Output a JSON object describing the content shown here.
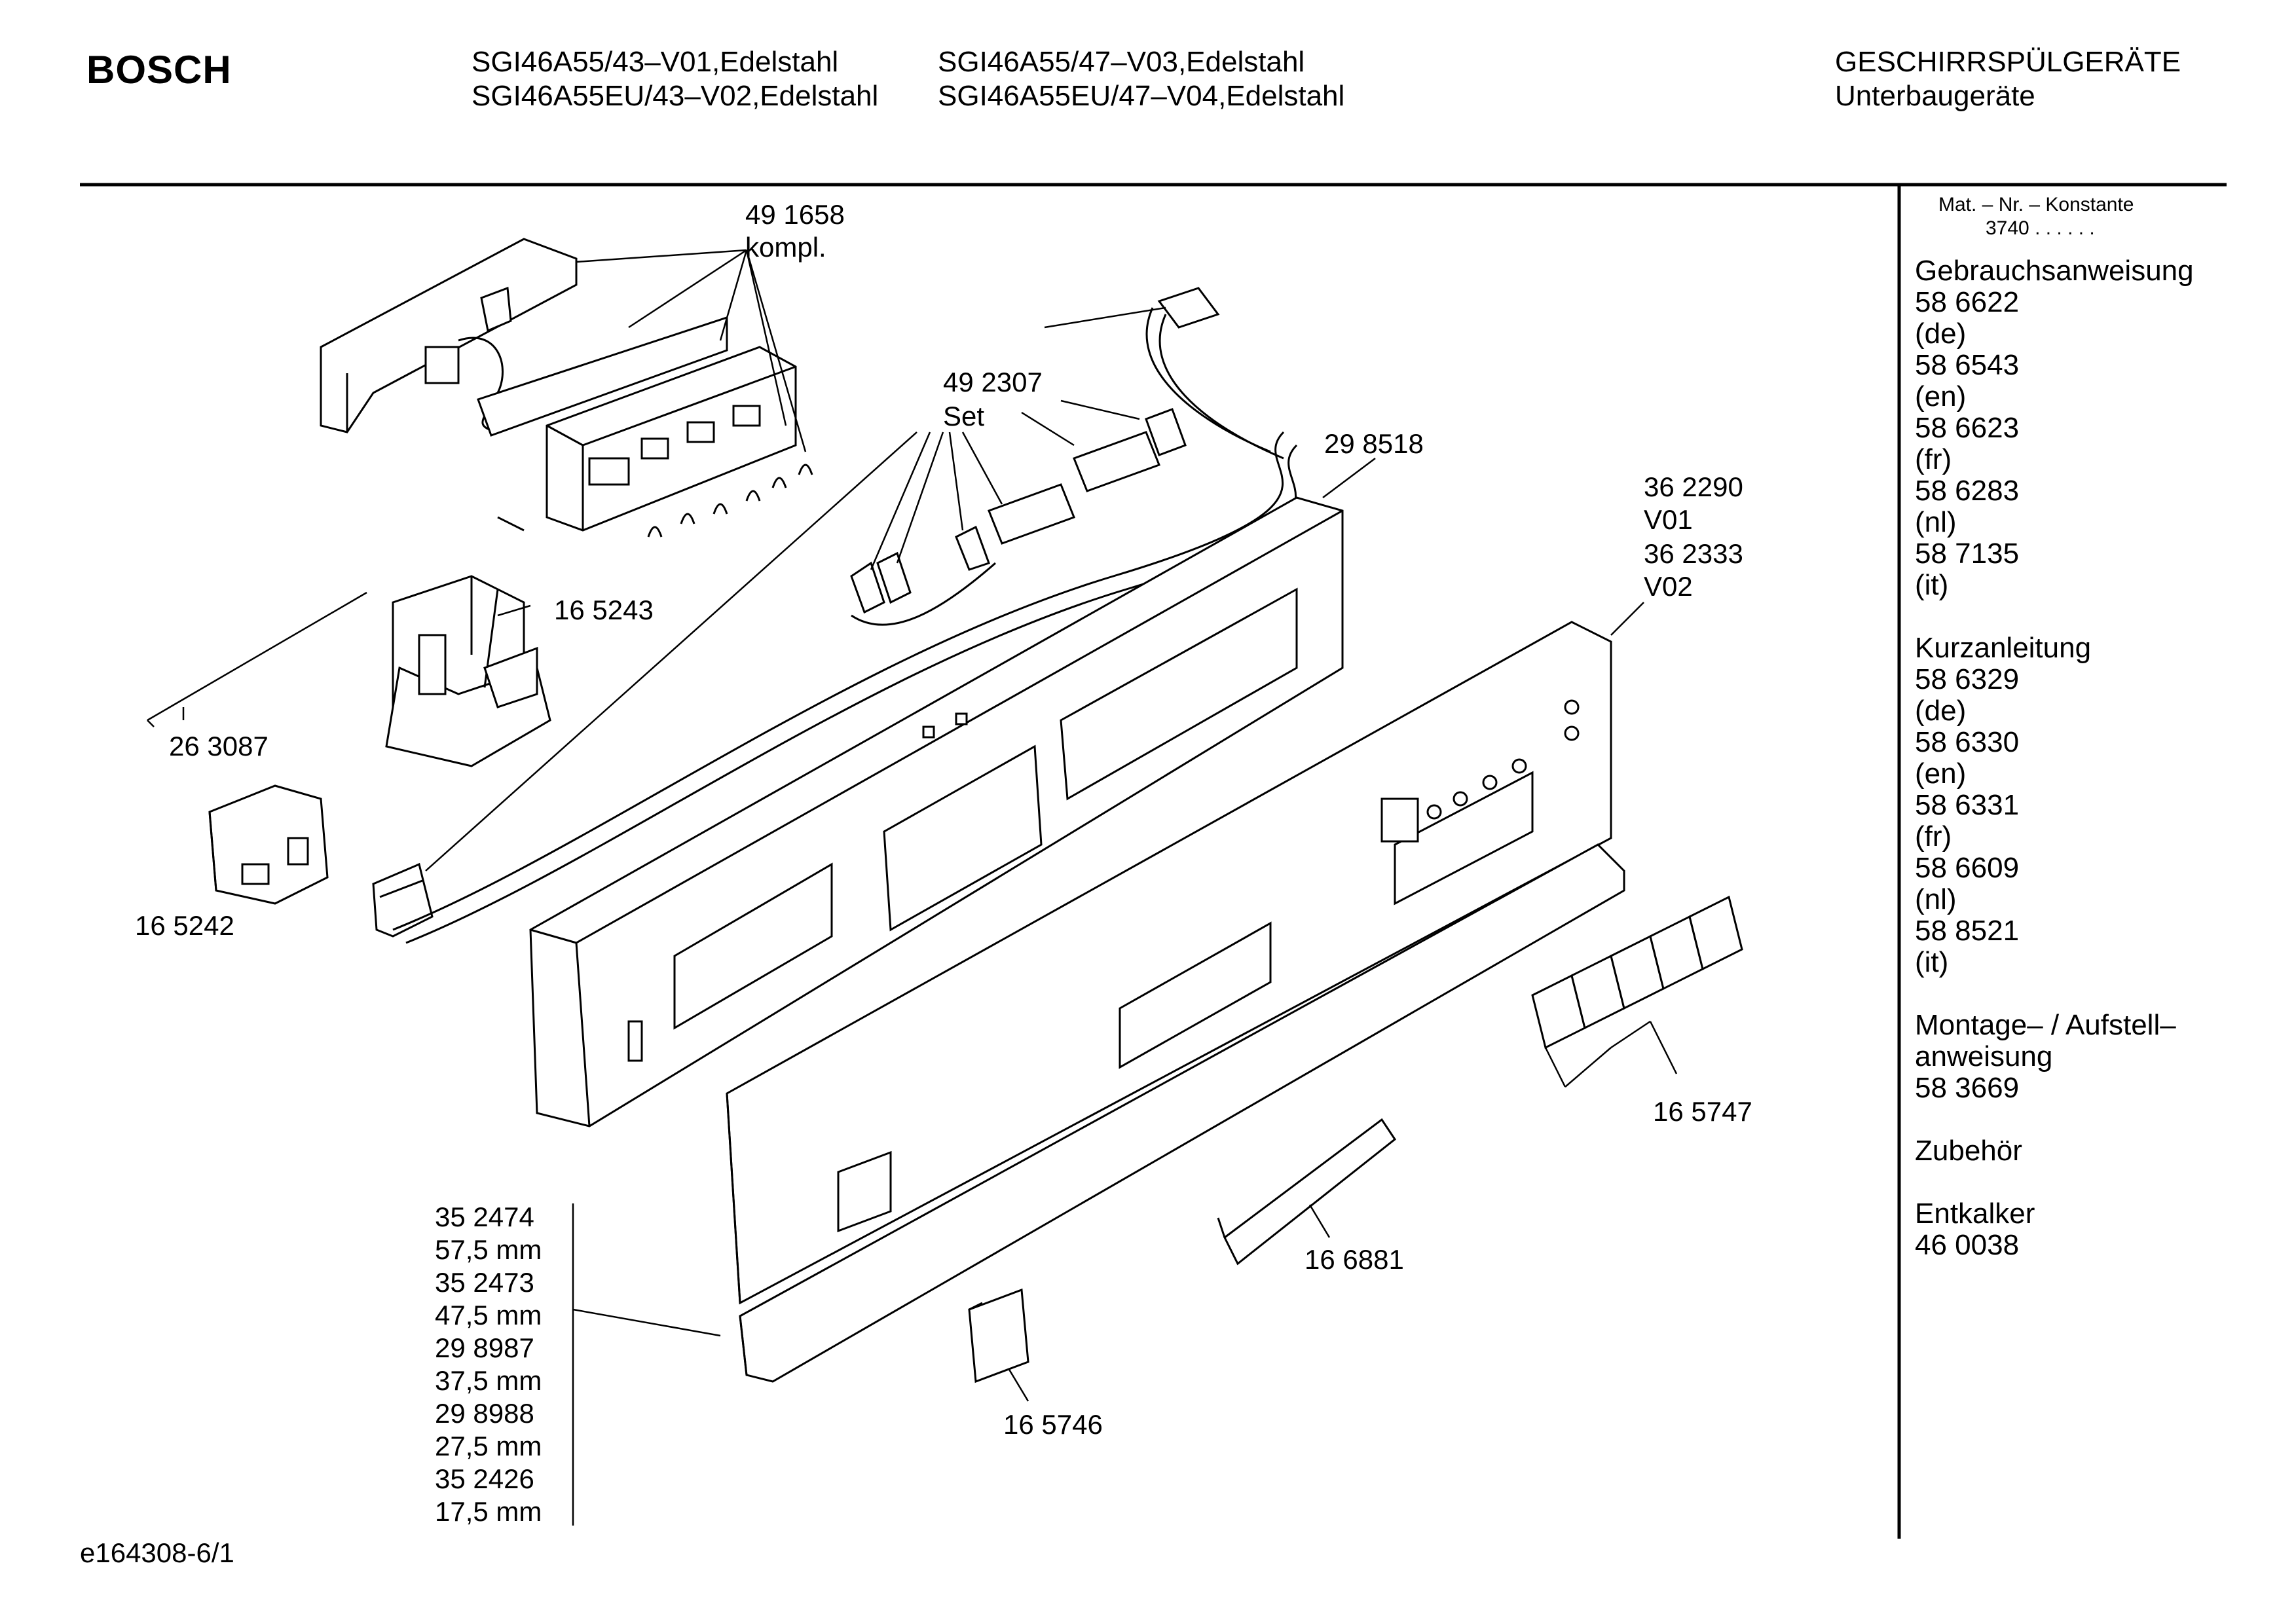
{
  "header": {
    "brand": "BOSCH",
    "models": [
      "SGI46A55/43–V01,Edelstahl",
      "SGI46A55EU/43–V02,Edelstahl",
      "SGI46A55/47–V03,Edelstahl",
      "SGI46A55EU/47–V04,Edelstahl"
    ],
    "category": "GESCHIRRSPÜLGERÄTE",
    "subcategory": "Unterbaugeräte"
  },
  "parts": {
    "p491658": "49 1658",
    "p491658_note": "kompl.",
    "p492307": "49 2307",
    "p492307_note": "Set",
    "p298518": "29 8518",
    "p362290": "36 2290",
    "p362290_note": "V01",
    "p362333": "36 2333",
    "p362333_note": "V02",
    "p165243": "16 5243",
    "p263087": "26 3087",
    "p165242": "16 5242",
    "p165747": "16 5747",
    "p166881": "16 6881",
    "p165746": "16 5746",
    "strips": [
      "35 2474",
      "57,5 mm",
      "35 2473",
      "47,5 mm",
      "29 8987",
      "37,5 mm",
      "29 8988",
      "27,5 mm",
      "35 2426",
      "17,5 mm"
    ]
  },
  "sidebar": {
    "mat_header": "Mat. – Nr. – Konstante",
    "mat_value": "3740  .  .  .  .  .  .",
    "lines": [
      "Gebrauchsanweisung",
      "58 6622",
      "(de)",
      "58 6543",
      "(en)",
      "58 6623",
      "(fr)",
      "58 6283",
      "(nl)",
      "58 7135",
      "(it)",
      "",
      "Kurzanleitung",
      "58 6329",
      "(de)",
      "58 6330",
      "(en)",
      "58 6331",
      "(fr)",
      "58 6609",
      "(nl)",
      "58 8521",
      "(it)",
      "",
      "Montage– / Aufstell–",
      "anweisung",
      "58 3669",
      "",
      "Zubehör",
      "",
      "Entkalker",
      "46 0038"
    ]
  },
  "footer": {
    "code": "e164308-6/1"
  }
}
